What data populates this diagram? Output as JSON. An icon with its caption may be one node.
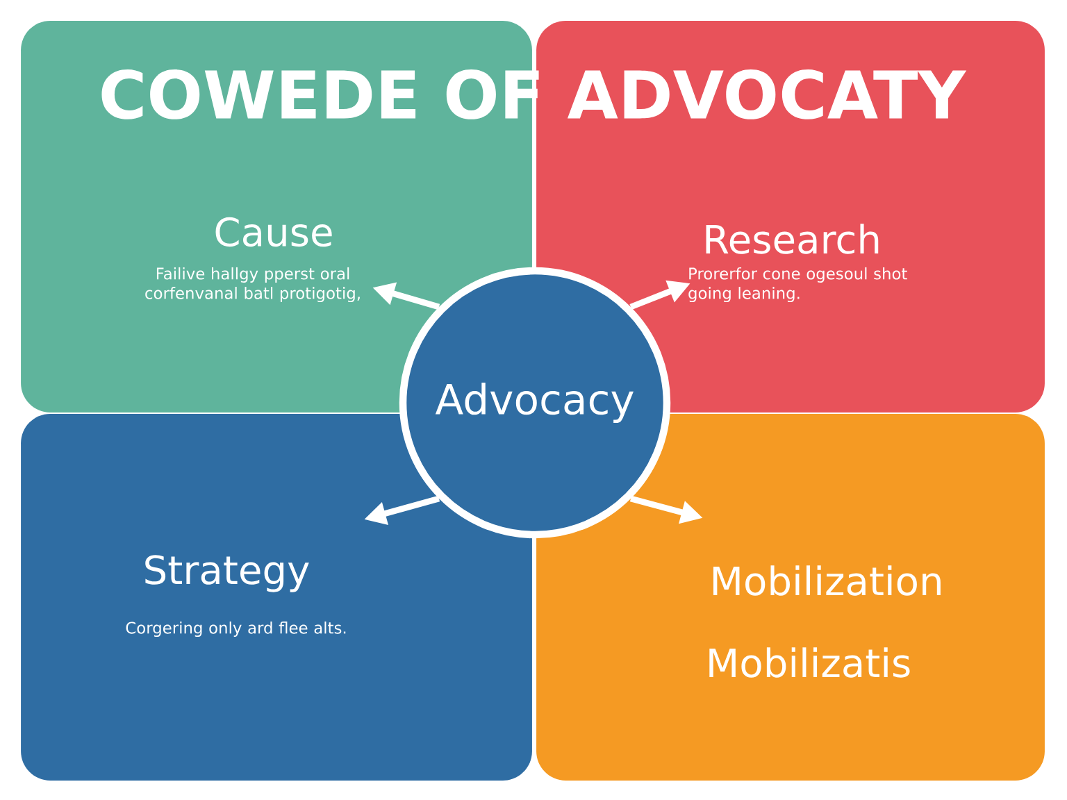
{
  "diagram": {
    "title": "COWEDE OF ADVOCATY",
    "nodes": [
      {
        "text": [
          "Cause",
          "Failive hallgy pperst oral corfenvanal batl protigotig,"
        ]
      },
      {
        "text": [
          "Research",
          "Prorerfor cone ogesoul shot going leaning."
        ]
      },
      {
        "text": [
          "Strategy",
          "Corgering only ard flee alts."
        ]
      },
      {
        "text": [
          "Mobilization",
          "Mobilizatis"
        ]
      },
      {
        "text": [
          "Advocacy"
        ]
      }
    ],
    "edges": [
      {
        "from": 4,
        "to": 0,
        "arrow": "to"
      },
      {
        "from": 4,
        "to": 1,
        "arrow": "to"
      },
      {
        "from": 4,
        "to": 2,
        "arrow": "to"
      },
      {
        "from": 4,
        "to": 3,
        "arrow": "to"
      }
    ]
  }
}
